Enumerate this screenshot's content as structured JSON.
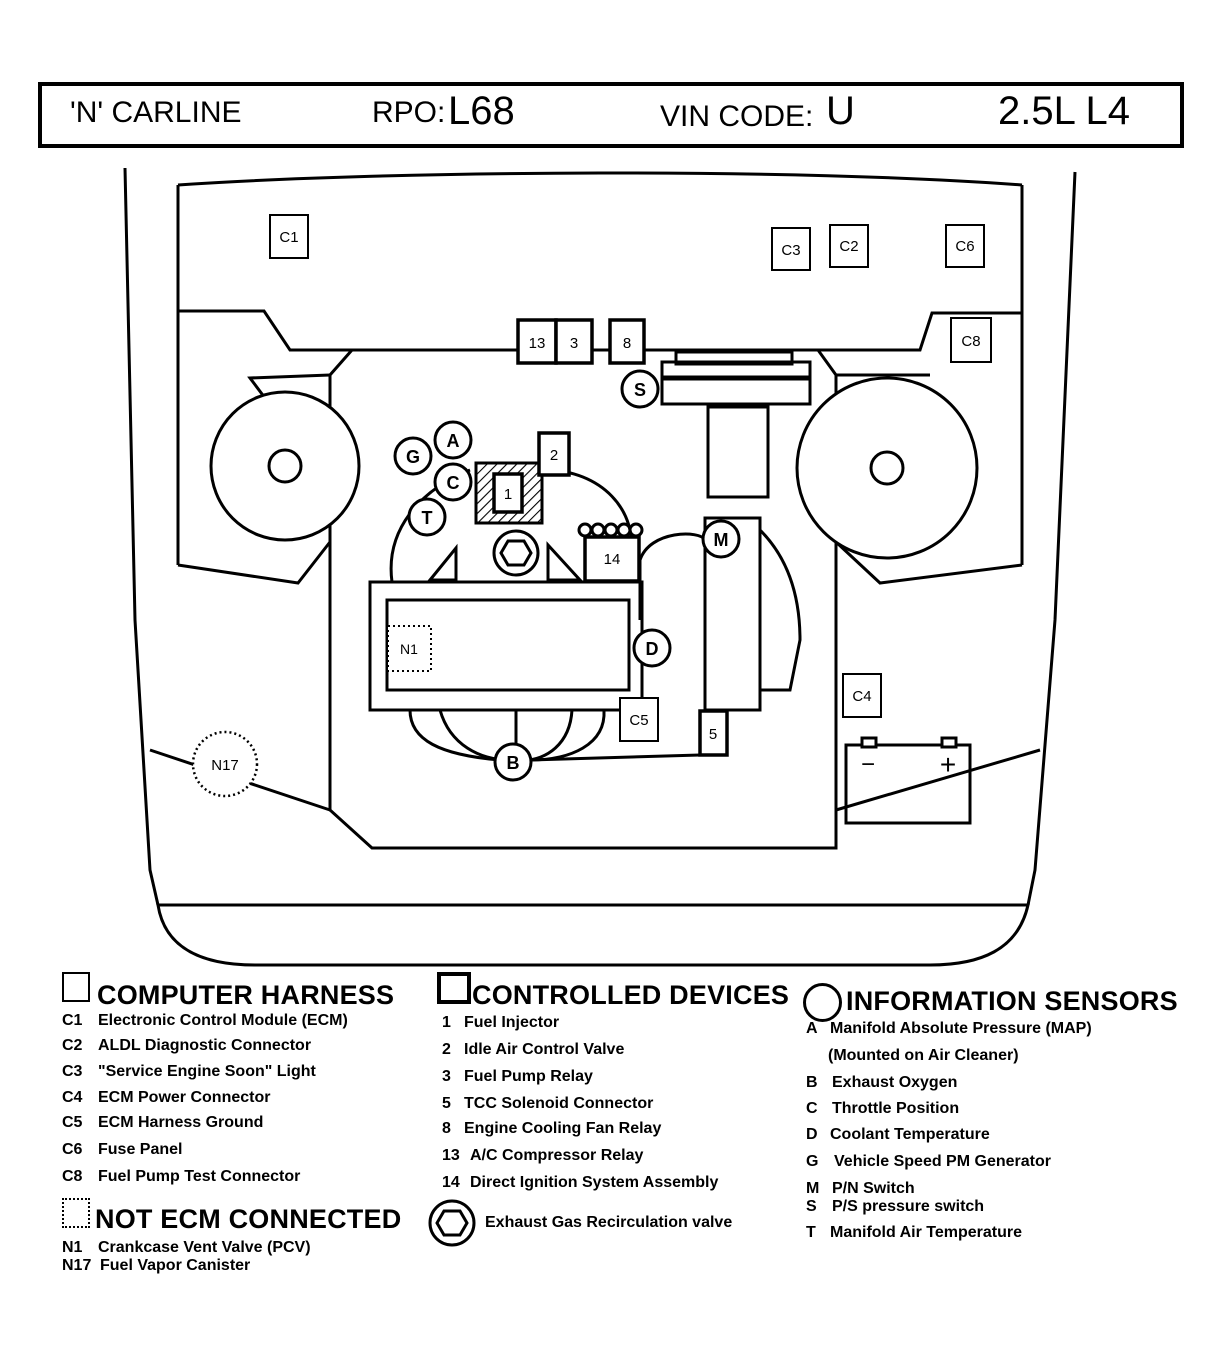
{
  "header": {
    "carline": "'N' CARLINE",
    "rpo_label": "RPO:",
    "rpo_value": "L68",
    "vin_label": "VIN CODE:",
    "vin_value": "U",
    "engine": "2.5L  L4"
  },
  "diagram": {
    "computer_harness_boxes": [
      "C1",
      "C2",
      "C3",
      "C4",
      "C5",
      "C6",
      "C8"
    ],
    "controlled_device_boxes": [
      "1",
      "2",
      "3",
      "5",
      "8",
      "13",
      "14"
    ],
    "sensor_circles": [
      "A",
      "B",
      "C",
      "D",
      "G",
      "M",
      "S",
      "T"
    ],
    "not_ecm_connected": [
      "N1",
      "N17"
    ],
    "battery_terminals": [
      "−",
      "+"
    ]
  },
  "legend": {
    "computer_harness": {
      "title": "COMPUTER HARNESS",
      "items": [
        {
          "code": "C1",
          "label": "Electronic Control Module (ECM)"
        },
        {
          "code": "C2",
          "label": "ALDL Diagnostic Connector"
        },
        {
          "code": "C3",
          "label": "\"Service Engine Soon\" Light"
        },
        {
          "code": "C4",
          "label": "ECM Power Connector"
        },
        {
          "code": "C5",
          "label": "ECM Harness Ground"
        },
        {
          "code": "C6",
          "label": "Fuse Panel"
        },
        {
          "code": "C8",
          "label": "Fuel Pump Test Connector"
        }
      ]
    },
    "not_ecm_connected": {
      "title": "NOT ECM CONNECTED",
      "items": [
        {
          "code": "N1",
          "label": "Crankcase Vent Valve (PCV)"
        },
        {
          "code": "N17",
          "label": "Fuel  Vapor Canister"
        }
      ]
    },
    "controlled_devices": {
      "title": "CONTROLLED DEVICES",
      "items": [
        {
          "code": "1",
          "label": "Fuel Injector"
        },
        {
          "code": "2",
          "label": "Idle Air Control Valve"
        },
        {
          "code": "3",
          "label": "Fuel Pump Relay"
        },
        {
          "code": "5",
          "label": "TCC  Solenoid  Connector"
        },
        {
          "code": "8",
          "label": "Engine Cooling Fan Relay"
        },
        {
          "code": "13",
          "label": "A/C Compressor Relay"
        },
        {
          "code": "14",
          "label": "Direct Ignition System Assembly"
        }
      ],
      "egr_label": "Exhaust Gas Recirculation valve"
    },
    "information_sensors": {
      "title": "INFORMATION SENSORS",
      "items": [
        {
          "code": "A",
          "label": "Manifold Absolute Pressure  (MAP)"
        },
        {
          "code": "",
          "label": "(Mounted on Air Cleaner)"
        },
        {
          "code": "B",
          "label": "Exhaust Oxygen"
        },
        {
          "code": "C",
          "label": "Throttle Position"
        },
        {
          "code": "D",
          "label": "Coolant Temperature"
        },
        {
          "code": "G",
          "label": "Vehicle Speed PM Generator"
        },
        {
          "code": "M",
          "label": "P/N Switch"
        },
        {
          "code": "S",
          "label": "P/S pressure switch"
        },
        {
          "code": "T",
          "label": "Manifold Air Temperature"
        }
      ]
    }
  }
}
